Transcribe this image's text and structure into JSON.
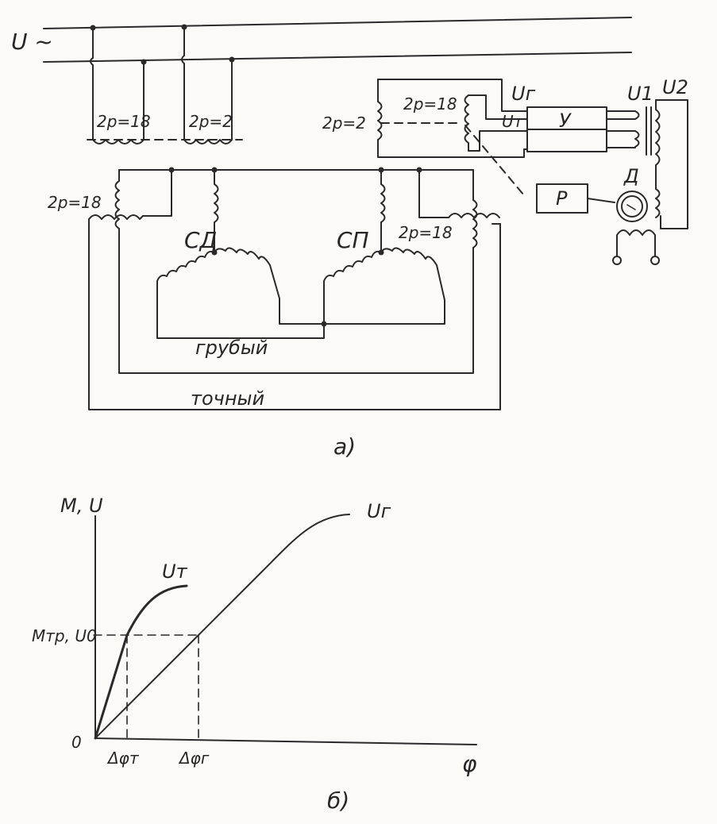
{
  "diagram_a": {
    "supply_label": "U ~",
    "winding_2p18": "2p=18",
    "winding_2p2": "2p=2",
    "label_ug": "Uг",
    "label_ut": "Uт",
    "amplifier": "У",
    "label_u1": "U1",
    "label_u2": "U2",
    "relay": "Р",
    "motor": "Д",
    "selsyn_transmitter": "СД",
    "selsyn_receiver": "СП",
    "coarse_channel": "грубый",
    "fine_channel": "точный",
    "caption": "а)"
  },
  "diagram_b": {
    "y_axis_label": "M, U",
    "x_axis_label": "φ",
    "origin_label": "0",
    "curve_fine": "Uт",
    "curve_coarse": "Uг",
    "threshold_label": "Mтр, U0",
    "dphi_fine": "Δφт",
    "dphi_coarse": "Δφг",
    "caption": "б)"
  }
}
